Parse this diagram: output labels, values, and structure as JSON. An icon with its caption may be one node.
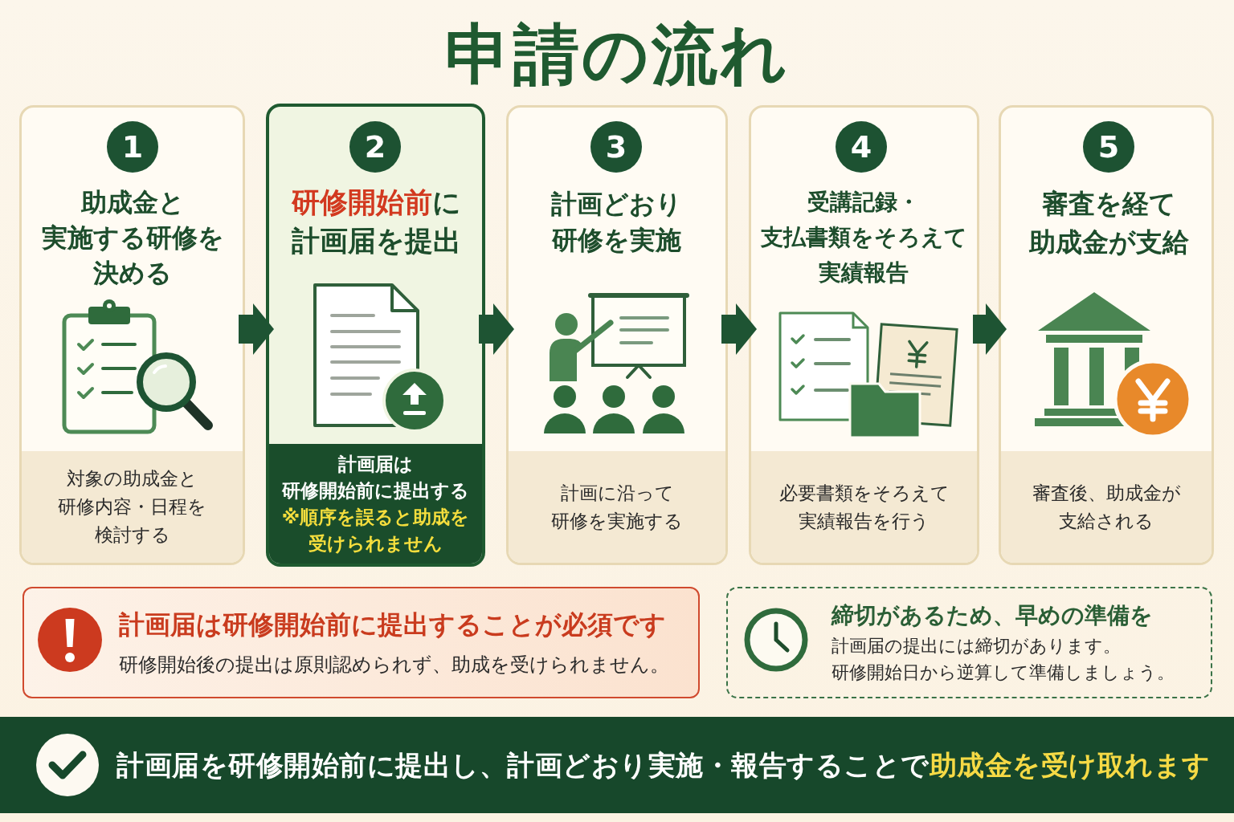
{
  "diagram": {
    "title": "申請の流れ",
    "nodes": [
      {
        "text": [
          "助成金と実施する研修を決める"
        ]
      },
      {
        "text": [
          "1"
        ],
        "in": 0
      },
      {
        "text": [
          "対象の助成金と研修内容・日程を検討する"
        ],
        "in": 0
      },
      {
        "text": [
          "**研修開始前**に計画届を提出"
        ]
      },
      {
        "text": [
          "2"
        ],
        "in": 3
      },
      {
        "text": [
          "計画届は研修開始前に提出する",
          "※順序を誤ると助成を受けられません"
        ],
        "in": 3
      },
      {
        "text": [
          "計画どおり研修を実施"
        ]
      },
      {
        "text": [
          "3"
        ],
        "in": 6
      },
      {
        "text": [
          "計画に沿って研修を実施する"
        ],
        "in": 6
      },
      {
        "text": [
          "受講記録・支払書類をそろえて実績報告"
        ]
      },
      {
        "text": [
          "4"
        ],
        "in": 9
      },
      {
        "text": [
          "必要書類をそろえて実績報告を行う"
        ],
        "in": 9
      },
      {
        "text": [
          "審査を経て助成金が支給"
        ]
      },
      {
        "text": [
          "5"
        ],
        "in": 12
      },
      {
        "text": [
          "審査後、助成金が支給される"
        ],
        "in": 12
      },
      {
        "text": [
          "計画届は研修開始前に提出することが必須です",
          "研修開始後の提出は原則認められず、助成を受けられません。"
        ]
      },
      {
        "text": [
          "締切があるため、早めの準備を",
          "計画届の提出には締切があります。",
          "研修開始日から逆算して準備しましょう。"
        ]
      },
      {
        "text": [
          "計画届を研修開始前に提出し、計画どおり実施・報告することで**助成金を受け取れます**"
        ]
      }
    ],
    "edges": [
      {
        "from": 0,
        "to": 3,
        "arrow": "to"
      },
      {
        "from": 3,
        "to": 6,
        "arrow": "to"
      },
      {
        "from": 6,
        "to": 9,
        "arrow": "to"
      },
      {
        "from": 9,
        "to": 12,
        "arrow": "to"
      }
    ]
  }
}
